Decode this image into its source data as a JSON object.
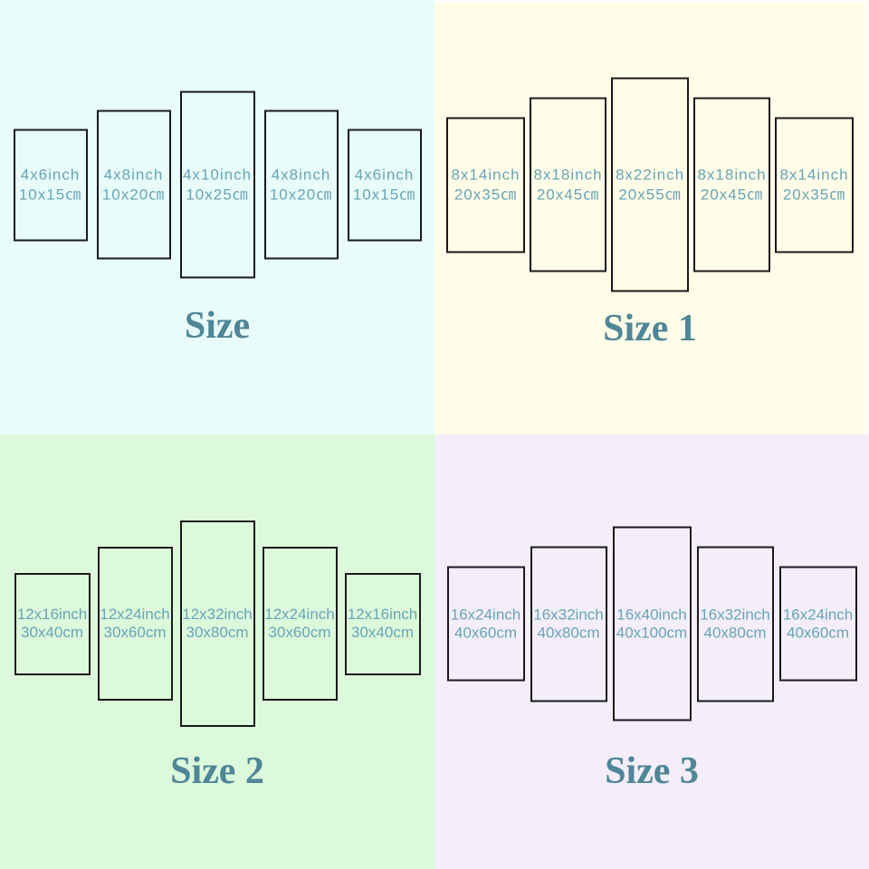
{
  "colors": {
    "quadrant_backgrounds": {
      "size": "#e8fcfa",
      "size_1": "#fffde8",
      "size_2": "#dcfadb",
      "size_3": "#f3eefa"
    },
    "panel_border": "#1a1a1a",
    "label_text": "#68a4b6",
    "title_text": "#4f8698"
  },
  "quadrants": [
    {
      "title": "Size",
      "bg": "#e8fcfa",
      "panels": [
        {
          "inch": "4x6inch",
          "cm": "10x15㎝"
        },
        {
          "inch": "4x8inch",
          "cm": "10x20㎝"
        },
        {
          "inch": "4x10inch",
          "cm": "10x25㎝"
        },
        {
          "inch": "4x8inch",
          "cm": "10x20㎝"
        },
        {
          "inch": "4x6inch",
          "cm": "10x15㎝"
        }
      ]
    },
    {
      "title": "Size 1",
      "bg": "#fffde8",
      "panels": [
        {
          "inch": "8x14inch",
          "cm": "20x35㎝"
        },
        {
          "inch": "8x18inch",
          "cm": "20x45㎝"
        },
        {
          "inch": "8x22inch",
          "cm": "20x55㎝"
        },
        {
          "inch": "8x18inch",
          "cm": "20x45㎝"
        },
        {
          "inch": "8x14inch",
          "cm": "20x35㎝"
        }
      ]
    },
    {
      "title": "Size 2",
      "bg": "#dcfadb",
      "panels": [
        {
          "inch": "12x16inch",
          "cm": "30x40cm"
        },
        {
          "inch": "12x24inch",
          "cm": "30x60cm"
        },
        {
          "inch": "12x32inch",
          "cm": "30x80cm"
        },
        {
          "inch": "12x24inch",
          "cm": "30x60cm"
        },
        {
          "inch": "12x16inch",
          "cm": "30x40cm"
        }
      ]
    },
    {
      "title": "Size 3",
      "bg": "#f3eefa",
      "panels": [
        {
          "inch": "16x24inch",
          "cm": "40x60cm"
        },
        {
          "inch": "16x32inch",
          "cm": "40x80cm"
        },
        {
          "inch": "16x40inch",
          "cm": "40x100cm"
        },
        {
          "inch": "16x32inch",
          "cm": "40x80cm"
        },
        {
          "inch": "16x24inch",
          "cm": "40x60cm"
        }
      ]
    }
  ]
}
